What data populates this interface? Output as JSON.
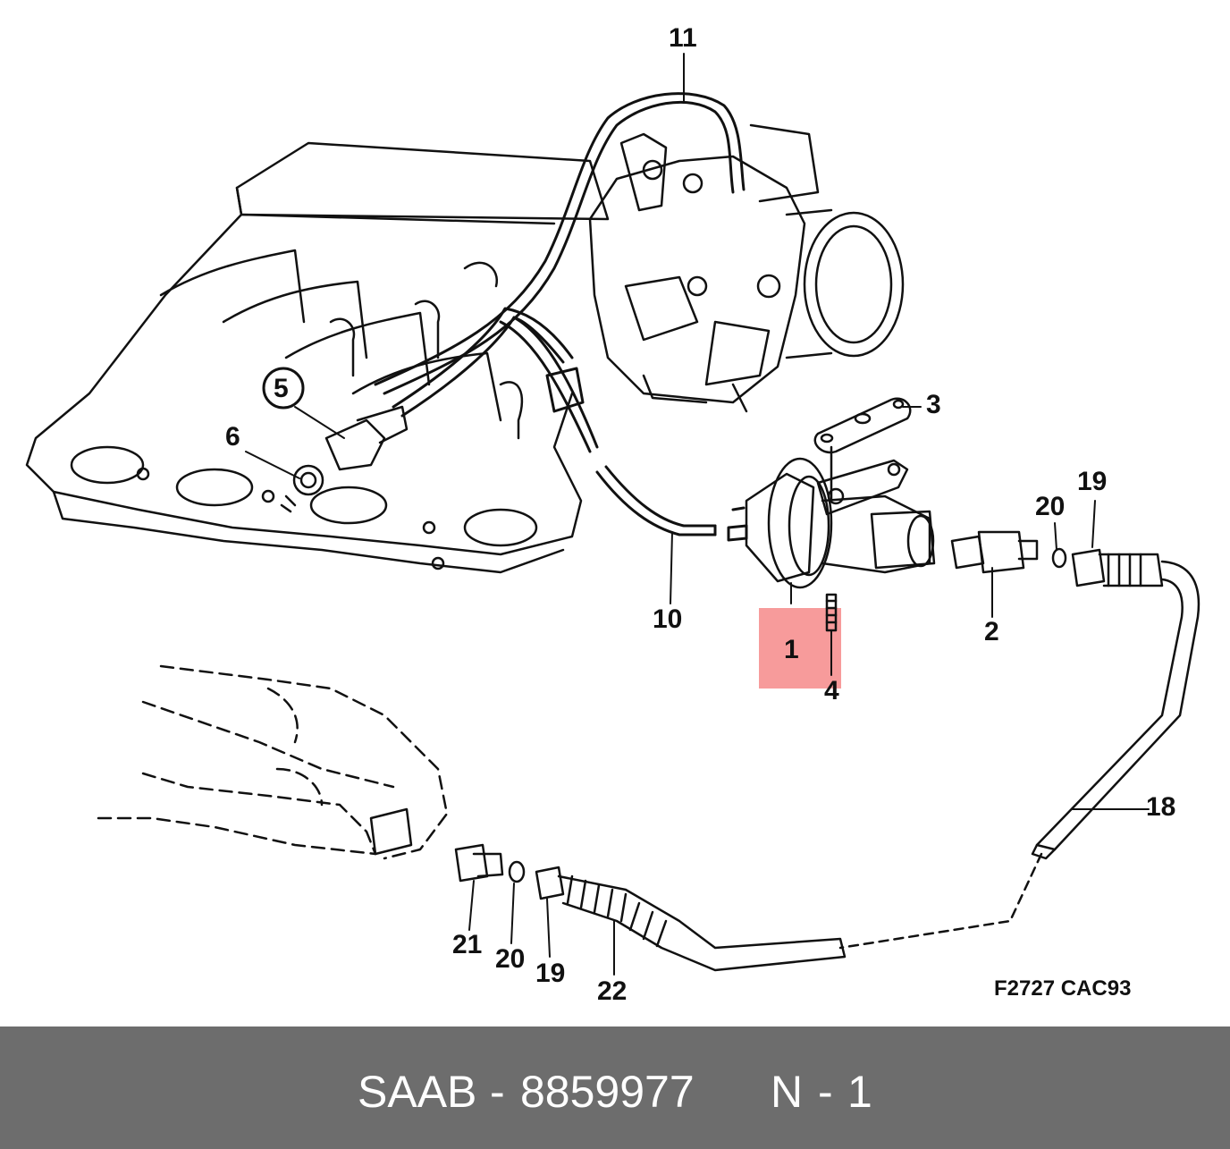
{
  "diagram": {
    "callouts": {
      "c1": "1",
      "c2": "2",
      "c3": "3",
      "c4": "4",
      "c5": "5",
      "c6": "6",
      "c10": "10",
      "c11": "11",
      "c18": "18",
      "c19a": "19",
      "c19b": "19",
      "c20a": "20",
      "c20b": "20",
      "c21": "21",
      "c22": "22"
    },
    "reference_code": "F2727 CAC93",
    "highlight_color": "#f47a7a",
    "line_color": "#111111"
  },
  "footer": {
    "brand": "SAAB",
    "separator1": "-",
    "part_number": "8859977",
    "position_label": "N",
    "separator2": "-",
    "position_value": "1",
    "background_color": "#6d6d6d",
    "text_color": "#ffffff"
  }
}
